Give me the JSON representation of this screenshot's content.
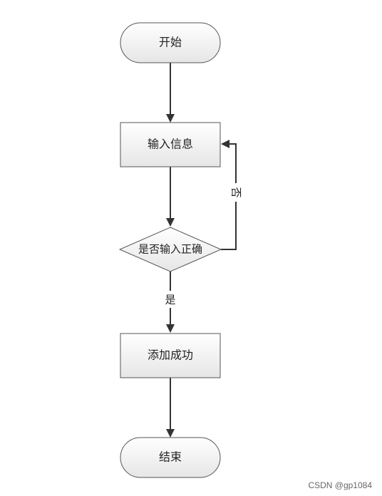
{
  "diagram": {
    "nodes": {
      "start": "开始",
      "input": "输入信息",
      "decision": "是否输入正确",
      "success": "添加成功",
      "end": "结束"
    },
    "edges": {
      "no_label": "否",
      "yes_label": "是"
    },
    "colors": {
      "node_fill_top": "#ffffff",
      "node_fill_bottom": "#e8e8e8",
      "stroke": "#555555",
      "arrow": "#333333"
    }
  },
  "watermark": "CSDN @gp1084"
}
